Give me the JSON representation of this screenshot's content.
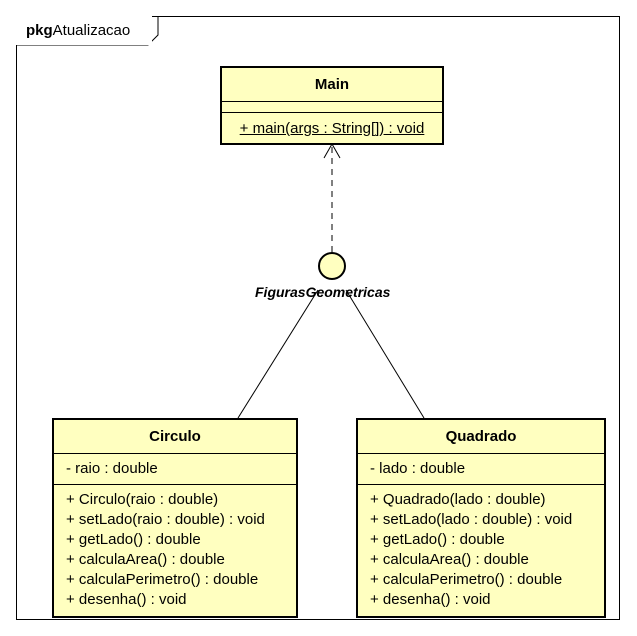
{
  "package": {
    "keyword": "pkg",
    "name": "Atualizacao"
  },
  "classes": {
    "main": {
      "name": "Main",
      "attributes": [],
      "operations": [
        "+ main(args : String[]) : void"
      ]
    },
    "circulo": {
      "name": "Circulo",
      "attributes": [
        "- raio : double"
      ],
      "operations": [
        "+ Circulo(raio : double)",
        "+ setLado(raio : double) : void",
        "+ getLado() : double",
        "+ calculaArea() : double",
        "+ calculaPerimetro() : double",
        "+ desenha() : void"
      ]
    },
    "quadrado": {
      "name": "Quadrado",
      "attributes": [
        "- lado : double"
      ],
      "operations": [
        "+ Quadrado(lado : double)",
        "+ setLado(lado : double) : void",
        "+ getLado() : double",
        "+ calculaArea() : double",
        "+ calculaPerimetro() : double",
        "+ desenha() : void"
      ]
    }
  },
  "interface": {
    "name": "FigurasGeometricas"
  },
  "colors": {
    "class_fill": "#ffffc0",
    "stroke": "#000000",
    "background": "#ffffff"
  }
}
